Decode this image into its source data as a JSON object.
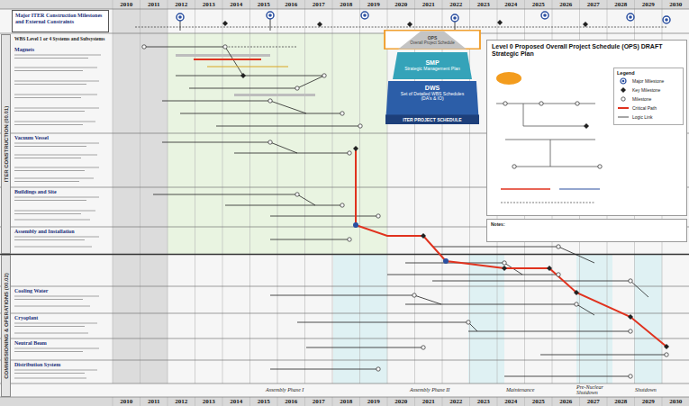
{
  "diagram": {
    "title": "Level 0 Proposed Overall Project Schedule (OPS) DRAFT Strategic Plan",
    "nodes": [
      {
        "text": [
          "Major ITER Construction Milestones and External Constraints"
        ]
      },
      {
        "text": [
          "ITER CONSTRUCTION (00.01)"
        ]
      },
      {
        "text": [
          "OPS",
          "Overall Project Schedule"
        ]
      },
      {
        "text": [
          "SMP",
          "Strategic Management Plan"
        ]
      },
      {
        "text": [
          "DWS",
          "Set of Detailed WBS Schedules (DA's & IO)",
          "ITER PROJECT SCHEDULE"
        ]
      },
      {
        "text": [
          "Notes:"
        ]
      },
      {
        "text": [
          "COMMISSIONING & OPERATIONS (00.02)"
        ]
      }
    ],
    "labels": [
      "2010",
      "2011",
      "2012",
      "2013",
      "2014",
      "2015",
      "2016",
      "2017",
      "2018",
      "2019",
      "2020",
      "2021",
      "2022",
      "2023",
      "2024",
      "2025",
      "2026",
      "2027",
      "2028",
      "2029",
      "2030",
      "2010",
      "2011",
      "2012",
      "2013",
      "2014",
      "2015",
      "2016",
      "2017",
      "2018",
      "2019",
      "2020",
      "2021",
      "2022",
      "2023",
      "2024",
      "2025",
      "2026",
      "2027",
      "2028",
      "2029",
      "2030",
      "WBS Level 1 or 4 Systems and Subsystems",
      "Magnets",
      "Vacuum Vessel",
      "Buildings and Site",
      "Assembly and Installation",
      "Cooling Water",
      "Cryoplant",
      "Neutral Beam",
      "Distribution System",
      "Legend",
      "Assembly Phase I",
      "Assembly Phase II",
      "Maintenance",
      "Pre-Nuclear Shutdown",
      "Shutdown"
    ],
    "legend": [
      {
        "text": "Major Milestone"
      },
      {
        "text": "Key Milestone"
      },
      {
        "text": "Milestone"
      },
      {
        "text": "Critical Path"
      },
      {
        "text": "Logic Link"
      }
    ]
  }
}
